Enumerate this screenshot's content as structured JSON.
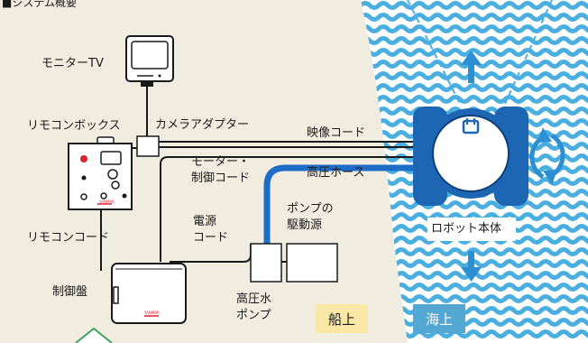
{
  "diagram": {
    "title": "■システム概要",
    "labels": {
      "monitor_tv": "モニターTV",
      "remote_box": "リモコンボックス",
      "camera_adapter": "カメラアダプター",
      "video_cord": "映像コード",
      "motor_cord_line1": "モーター・",
      "motor_cord_line2": "制御コード",
      "hp_hose": "高圧ホース",
      "pump_src_line1": "ポンプの",
      "pump_src_line2": "駆動源",
      "power_line1": "電源",
      "power_line2": "コード",
      "robot": "ロボット本体",
      "remote_cord": "リモコンコード",
      "control_panel": "制御盤",
      "hp_pump_line1": "高圧水",
      "hp_pump_line2": "ポンプ",
      "on_ship": "船上",
      "at_sea": "海上",
      "brand_mark": "YANMAR"
    },
    "colors": {
      "land": "#f1ece0",
      "sea_wave": "#4aaee0",
      "robot": "#1d66b3",
      "hose": "#1e6ec8",
      "arrow": "#2c8fd3",
      "on_ship_badge": "#fbe8a6",
      "at_sea_badge": "#55a7d3"
    }
  }
}
